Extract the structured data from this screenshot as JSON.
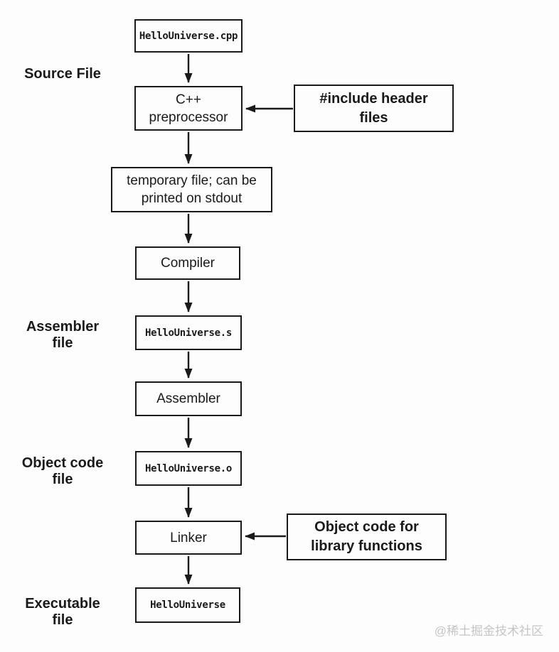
{
  "diagram": {
    "description": "C++ compilation pipeline flowchart",
    "stage_labels": {
      "source": "Source File",
      "assembler": "Assembler\nfile",
      "object_code": "Object code\nfile",
      "executable": "Executable\nfile"
    },
    "nodes": {
      "source_file": "HelloUniverse.cpp",
      "preprocessor": "C++\npreprocessor",
      "include_headers": "#include header\nfiles",
      "temp_file": "temporary file; can be\nprinted on stdout",
      "compiler": "Compiler",
      "assembly_file": "HelloUniverse.s",
      "assembler": "Assembler",
      "object_file": "HelloUniverse.o",
      "linker": "Linker",
      "library_objects": "Object code for\nlibrary functions",
      "executable_file": "HelloUniverse"
    },
    "watermark": "@稀土掘金技术社区",
    "colors": {
      "line": "#1a1a1a",
      "text": "#1a1a1a",
      "background": "#fdfdfd",
      "watermark": "#c5c5c5"
    }
  }
}
